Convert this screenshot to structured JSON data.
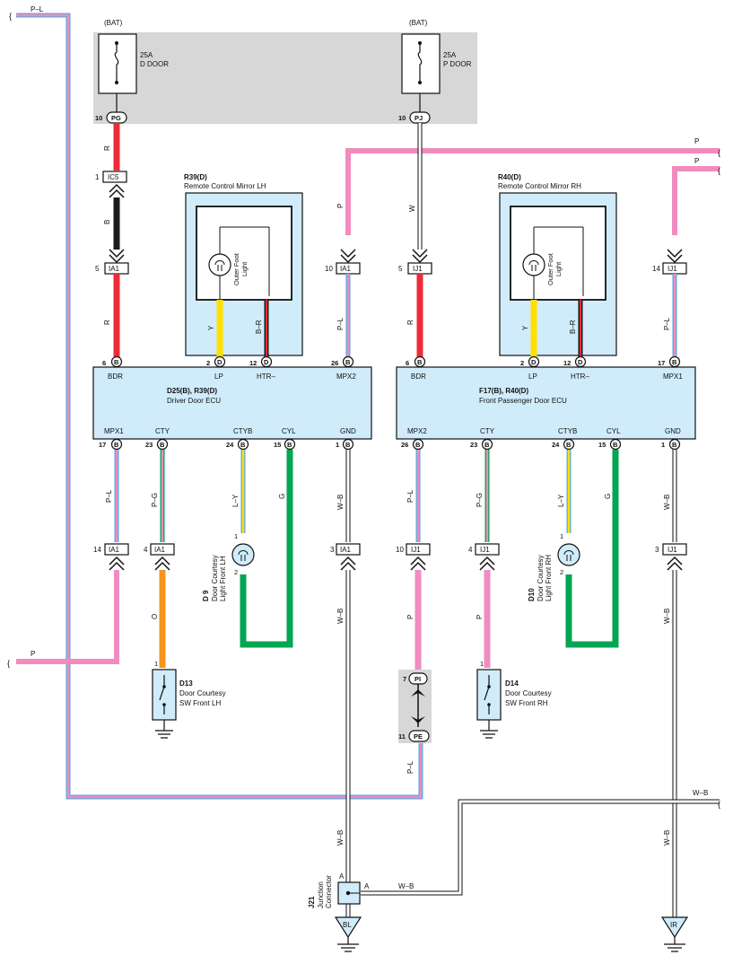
{
  "colors": {
    "pink": "#f08cbf",
    "red": "#ee2b37",
    "black": "#1a1a1a",
    "yellow": "#ffe000",
    "orange": "#f7941d",
    "green": "#00a651",
    "blue": "#5aaadf",
    "lightblue": "#d0ecfb",
    "grayband": "#d7d7d7"
  },
  "fuses": {
    "left": {
      "source": "(BAT)",
      "rating": "25A",
      "name": "D DOOR",
      "pin_num": "10",
      "pin": "PG"
    },
    "right": {
      "source": "(BAT)",
      "rating": "25A",
      "name": "P DOOR",
      "pin_num": "10",
      "pin": "PJ"
    }
  },
  "mirror_lh": {
    "id": "R39(D)",
    "name": "Remote Control Mirror LH",
    "light": [
      "Outer Foot",
      "Light"
    ]
  },
  "mirror_rh": {
    "id": "R40(D)",
    "name": "Remote Control Mirror RH",
    "light": [
      "Outer Foot",
      "Light"
    ]
  },
  "ecu_driver": {
    "id": "D25(B), R39(D)",
    "name": "Driver Door ECU",
    "top_terms": [
      "BDR",
      "LP",
      "HTR–",
      "MPX2"
    ],
    "bottom_terms": [
      "MPX1",
      "CTY",
      "CTYB",
      "CYL",
      "GND"
    ]
  },
  "ecu_pass": {
    "id": "F17(B), R40(D)",
    "name": "Front Passenger Door ECU",
    "top_terms": [
      "BDR",
      "LP",
      "HTR–",
      "MPX1"
    ],
    "bottom_terms": [
      "MPX2",
      "CTY",
      "CTYB",
      "CYL",
      "GND"
    ]
  },
  "pins": {
    "top_left": [
      {
        "n": "6",
        "c": "B"
      },
      {
        "n": "2",
        "c": "D"
      },
      {
        "n": "12",
        "c": "D"
      },
      {
        "n": "26",
        "c": "B"
      }
    ],
    "top_right": [
      {
        "n": "6",
        "c": "B"
      },
      {
        "n": "2",
        "c": "D"
      },
      {
        "n": "12",
        "c": "D"
      },
      {
        "n": "17",
        "c": "B"
      }
    ],
    "bot_left": [
      {
        "n": "17",
        "c": "B"
      },
      {
        "n": "23",
        "c": "B"
      },
      {
        "n": "24",
        "c": "B"
      },
      {
        "n": "15",
        "c": "B"
      },
      {
        "n": "1",
        "c": "B"
      }
    ],
    "bot_right": [
      {
        "n": "26",
        "c": "B"
      },
      {
        "n": "23",
        "c": "B"
      },
      {
        "n": "24",
        "c": "B"
      },
      {
        "n": "15",
        "c": "B"
      },
      {
        "n": "1",
        "c": "B"
      }
    ]
  },
  "connectors": {
    "ic5": {
      "pin": "1",
      "name": "IC5"
    },
    "ia1_5": {
      "pin": "5",
      "name": "IA1"
    },
    "ia1_10": {
      "pin": "10",
      "name": "IA1"
    },
    "ij1_5": {
      "pin": "5",
      "name": "IJ1"
    },
    "ij1_14": {
      "pin": "14",
      "name": "IJ1"
    },
    "ia1_14": {
      "pin": "14",
      "name": "IA1"
    },
    "ia1_4": {
      "pin": "4",
      "name": "IA1"
    },
    "ia1_3": {
      "pin": "3",
      "name": "IA1"
    },
    "ij1_10": {
      "pin": "10",
      "name": "IJ1"
    },
    "ij1_4": {
      "pin": "4",
      "name": "IJ1"
    },
    "ij1_3": {
      "pin": "3",
      "name": "IJ1"
    }
  },
  "wire_labels": {
    "pl_top": "P–L",
    "r1": "R",
    "b1": "B",
    "r2": "R",
    "p_right1": "P",
    "p_right2": "P",
    "p_left_branch": "P",
    "w": "W",
    "r3": "R",
    "pl_right": "P–L",
    "p_mid": "P",
    "y_lh": "Y",
    "br_lh": "B–R",
    "pl_lh": "P–L",
    "y_rh": "Y",
    "br_rh": "B–R",
    "pl_a": "P–L",
    "pg_a": "P–G",
    "ly_a": "L–Y",
    "g_a": "G",
    "wb_a": "W–B",
    "o_a": "O",
    "wb_b": "W–B",
    "pl_b": "P–L",
    "pg_b": "P–G",
    "ly_b": "L–Y",
    "g_b": "G",
    "wb_c": "W–B",
    "p_b": "P",
    "p_c": "P",
    "wb_d": "W–B",
    "p_left": "P",
    "pl_pe": "P–L",
    "wb_e": "W–B",
    "wb_right": "W–B",
    "wb_jc": "W–B"
  },
  "courtesy_lights": {
    "d9": {
      "id": "D 9",
      "line1": "Door Courtesy",
      "line2": "Light Front LH",
      "pin1": "1",
      "pin2": "2"
    },
    "d10": {
      "id": "D10",
      "line1": "Door Courtesy",
      "line2": "Light Front RH",
      "pin1": "1",
      "pin2": "2"
    }
  },
  "switches": {
    "d13": {
      "id": "D13",
      "line1": "Door Courtesy",
      "line2": "SW Front LH",
      "pin": "1"
    },
    "d14": {
      "id": "D14",
      "line1": "Door Courtesy",
      "line2": "SW Front RH",
      "pin": "1"
    }
  },
  "inline_pi": {
    "pin_top": "7",
    "name_top": "PI",
    "pin_bot": "11",
    "name_bot": "PE"
  },
  "junction": {
    "id": "J21",
    "line1": "Junction",
    "line2": "Connector",
    "a1": "A",
    "a2": "A"
  },
  "grounds": {
    "bl": "BL",
    "ir": "IR"
  }
}
